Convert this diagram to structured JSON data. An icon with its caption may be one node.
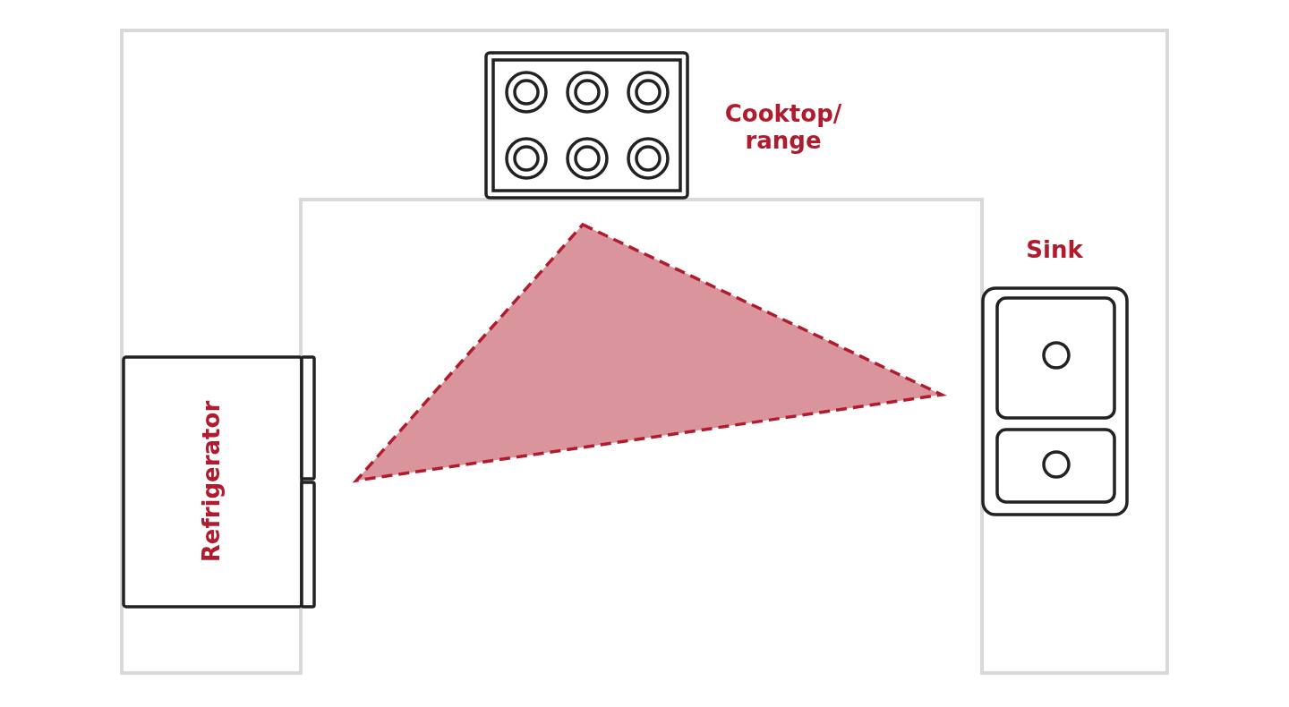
{
  "diagram": {
    "nodes": [
      {
        "text": [
          "Cooktop/ range"
        ]
      },
      {
        "text": [
          "Sink"
        ]
      },
      {
        "text": [
          "Refrigerator"
        ]
      },
      {
        "text": [],
        "shape": "triangle"
      }
    ]
  }
}
